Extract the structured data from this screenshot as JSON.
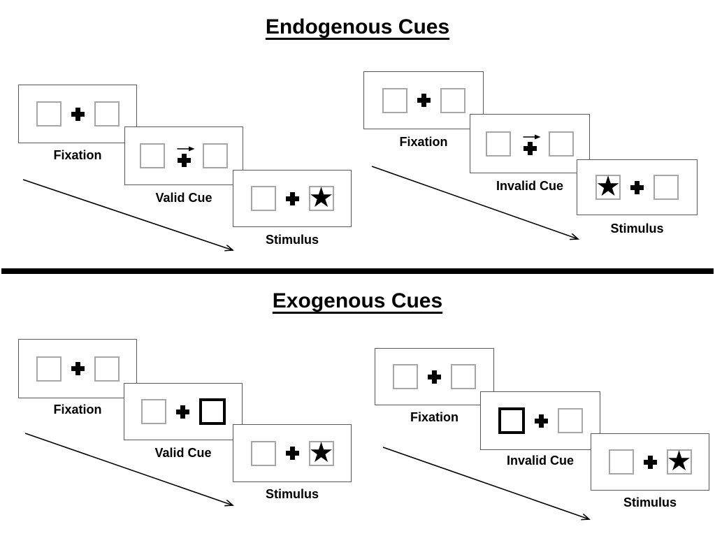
{
  "sections": [
    {
      "title": "Endogenous Cues",
      "trials": [
        {
          "validity": "valid",
          "cue": "central arrow pointing right above fixation cross",
          "target_side": "right",
          "steps": [
            {
              "label": "Fixation"
            },
            {
              "label": "Valid Cue"
            },
            {
              "label": "Stimulus"
            }
          ]
        },
        {
          "validity": "invalid",
          "cue": "central arrow pointing right above fixation cross",
          "target_side": "left",
          "steps": [
            {
              "label": "Fixation"
            },
            {
              "label": "Invalid Cue"
            },
            {
              "label": "Stimulus"
            }
          ]
        }
      ]
    },
    {
      "title": "Exogenous Cues",
      "trials": [
        {
          "validity": "valid",
          "cue": "thick highlighted box on right",
          "target_side": "right",
          "steps": [
            {
              "label": "Fixation"
            },
            {
              "label": "Valid Cue"
            },
            {
              "label": "Stimulus"
            }
          ]
        },
        {
          "validity": "invalid",
          "cue": "thick highlighted box on left",
          "target_side": "right",
          "steps": [
            {
              "label": "Fixation"
            },
            {
              "label": "Invalid Cue"
            },
            {
              "label": "Stimulus"
            }
          ]
        }
      ]
    }
  ],
  "icons": {
    "star": "★",
    "fixation_cross": "✚",
    "cue_arrow": "→",
    "timeline_arrow": "↘"
  },
  "colors": {
    "panel_border": "#595959",
    "placeholder_box_border": "#a6a6a6",
    "peripheral_cue_border": "#000000",
    "ink": "#000000",
    "background": "#ffffff"
  }
}
